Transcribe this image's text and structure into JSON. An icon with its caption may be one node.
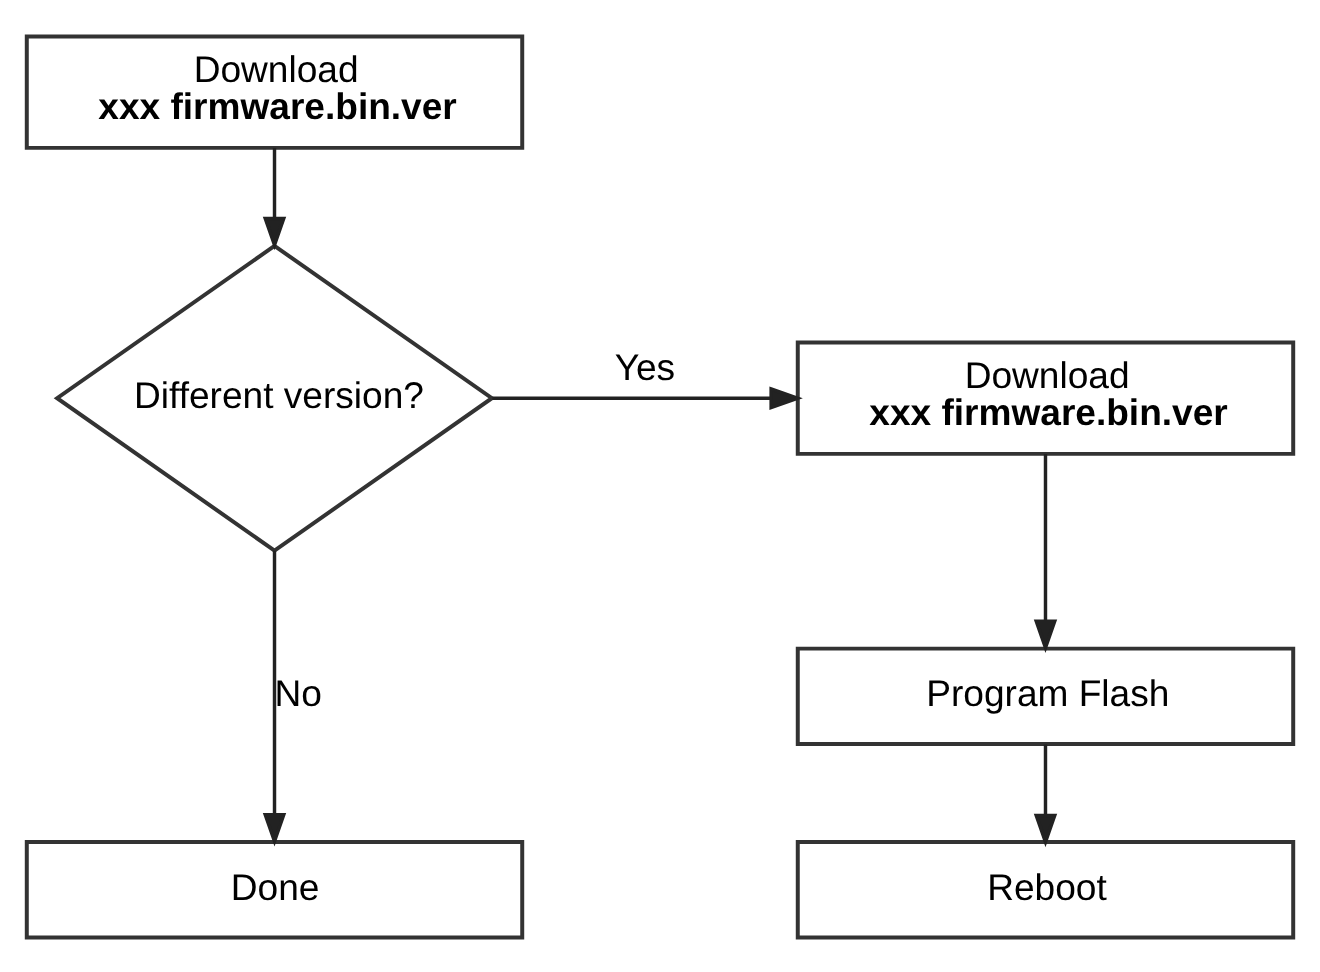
{
  "diagram": {
    "nodes": [
      {
        "text": [
          "Download",
          "xxx firmware.bin.ver"
        ]
      },
      {
        "text": [
          "Different version?"
        ]
      },
      {
        "text": [
          "Download",
          "xxx firmware.bin.ver"
        ]
      },
      {
        "text": [
          "Program Flash"
        ]
      },
      {
        "text": [
          "Done"
        ]
      },
      {
        "text": [
          "Reboot"
        ]
      }
    ],
    "edges": [
      {
        "from": 0,
        "to": 1,
        "arrow": "to"
      },
      {
        "from": 1,
        "to": 2,
        "arrow": "to",
        "label": "Yes"
      },
      {
        "from": 2,
        "to": 3,
        "arrow": "to"
      },
      {
        "from": 1,
        "to": 4,
        "arrow": "to",
        "label": "No"
      },
      {
        "from": 3,
        "to": 5,
        "arrow": "to"
      }
    ]
  }
}
